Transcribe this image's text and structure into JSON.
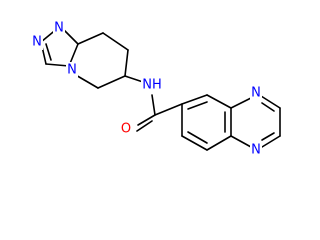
{
  "colors": {
    "bond": "#000000",
    "nitrogen": "#0000ff",
    "oxygen": "#ff0000",
    "background": "#ffffff"
  },
  "atoms": {
    "n_triazole_1": "N",
    "n_triazole_2": "N",
    "n_triazole_bridge": "N",
    "amide_nh": "NH",
    "amide_o": "O",
    "n_quinoxaline_top": "N",
    "n_quinoxaline_bottom": "N"
  }
}
